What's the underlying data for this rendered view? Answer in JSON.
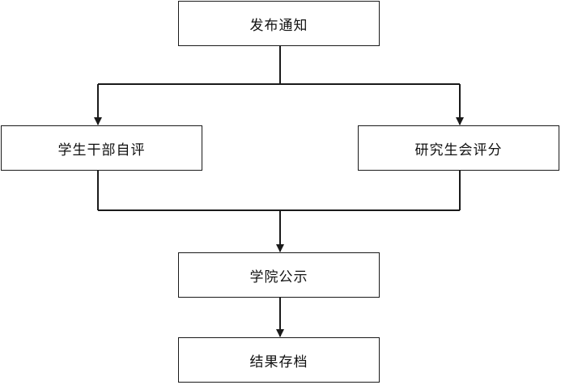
{
  "flowchart": {
    "nodes": {
      "publish_notice": "发布通知",
      "cadre_self_eval": "学生干部自评",
      "grad_union_score": "研究生会评分",
      "college_announce": "学院公示",
      "result_archive": "结果存档"
    },
    "line_color": "#1a1a1a"
  }
}
